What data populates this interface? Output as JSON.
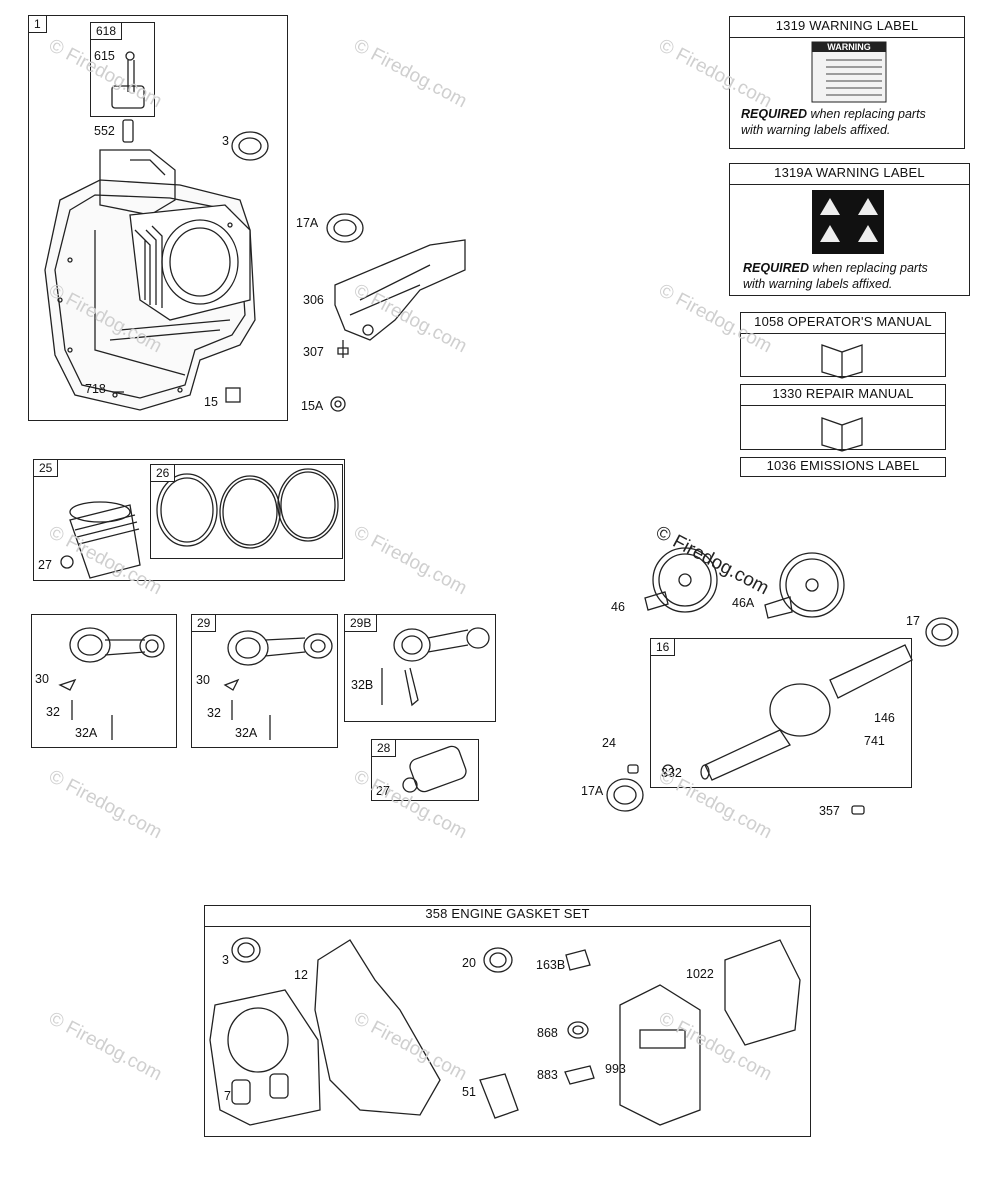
{
  "watermark": "© Firedog.com",
  "groups": {
    "g1": "1",
    "g618": "618",
    "g25": "25",
    "g26": "26",
    "g29": "29",
    "g29b": "29B",
    "g28": "28",
    "g16": "16"
  },
  "labels": {
    "l615": "615",
    "l552": "552",
    "l3a": "3",
    "l17a_top": "17A",
    "l306": "306",
    "l307": "307",
    "l15a": "15A",
    "l718": "718",
    "l15": "15",
    "l27a": "27",
    "l30a": "30",
    "l32a": "32",
    "l32aa": "32A",
    "l30b": "30",
    "l32b": "32",
    "l32ab": "32A",
    "l32b_b": "32B",
    "l27b": "27",
    "l46": "46",
    "l46a": "46A",
    "l17": "17",
    "l146": "146",
    "l741": "741",
    "l24": "24",
    "l332": "332",
    "l17a_bot": "17A",
    "l357": "357",
    "k3": "3",
    "k12": "12",
    "k20": "20",
    "k163b": "163B",
    "k1022": "1022",
    "k868": "868",
    "k883": "883",
    "k993": "993",
    "k7": "7",
    "k51": "51"
  },
  "kits": {
    "warning1": "1319 WARNING LABEL",
    "warning1_sign": "WARNING",
    "warning2": "1319A WARNING LABEL",
    "required_bold": "REQUIRED",
    "required_line1": " when replacing parts",
    "required_line2": "with warning labels affixed.",
    "operators": "1058 OPERATOR'S MANUAL",
    "repair": "1330 REPAIR MANUAL",
    "emissions": "1036 EMISSIONS LABEL",
    "gasket_set": "358 ENGINE GASKET SET"
  },
  "colors": {
    "line": "#222222",
    "fill": "#ffffff",
    "watermark": "#cfcfcf",
    "label_dark": "#1a1a1a"
  }
}
